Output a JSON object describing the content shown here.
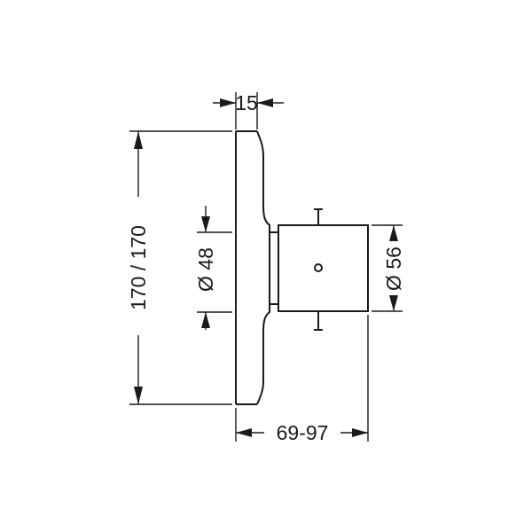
{
  "dimensions": {
    "width_top": "15",
    "height_left": "170 / 170",
    "diameter_inner": "Ø 48",
    "diameter_outer": "Ø 56",
    "depth_bottom": "69-97"
  }
}
